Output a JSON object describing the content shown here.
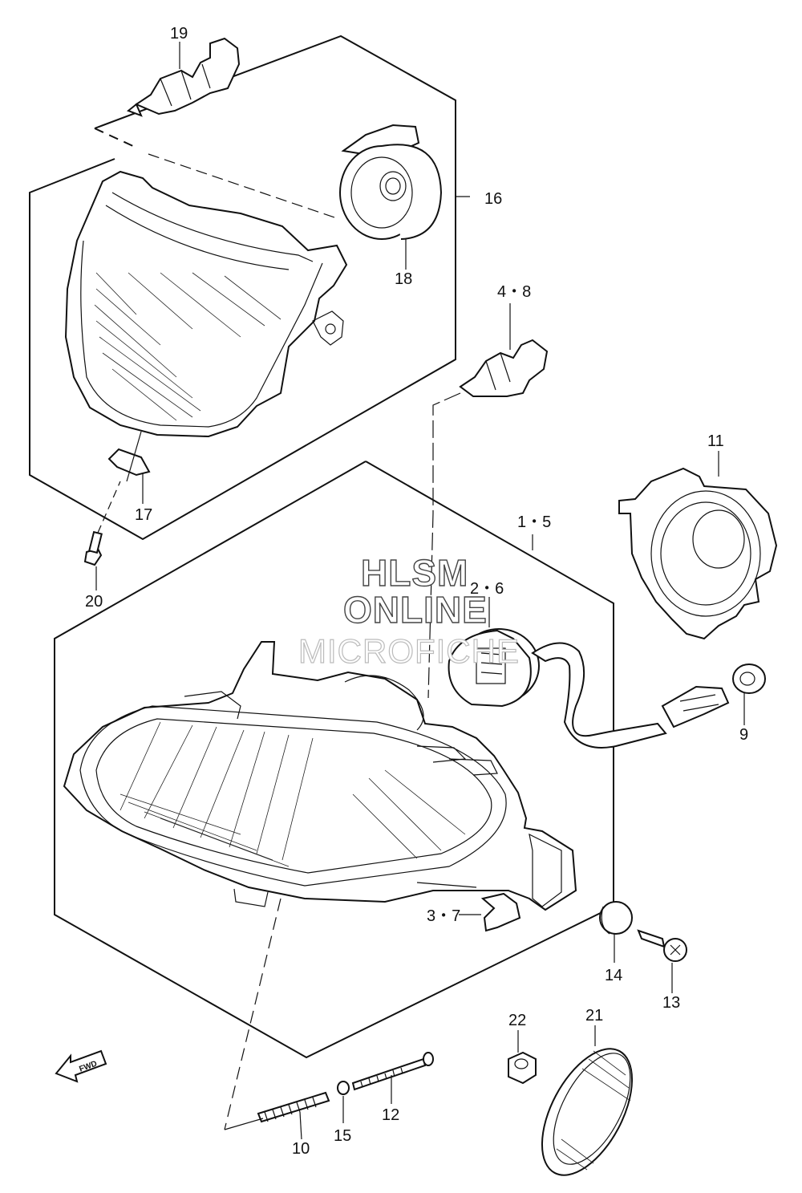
{
  "callouts": {
    "c19": "19",
    "c16": "16",
    "c18": "18",
    "c4_8": "4・8",
    "c11": "11",
    "c17": "17",
    "c1_5": "1・5",
    "c20": "20",
    "c2_6": "2・6",
    "c9": "9",
    "c3_7": "3・7",
    "c14": "14",
    "c13": "13",
    "c22": "22",
    "c21": "21",
    "c12": "12",
    "c15": "15",
    "c10": "10"
  },
  "watermark": {
    "line1": "HLSM",
    "line2": "ONLINE",
    "line3": "MICROFICHE"
  },
  "direction_arrow": "FWD"
}
